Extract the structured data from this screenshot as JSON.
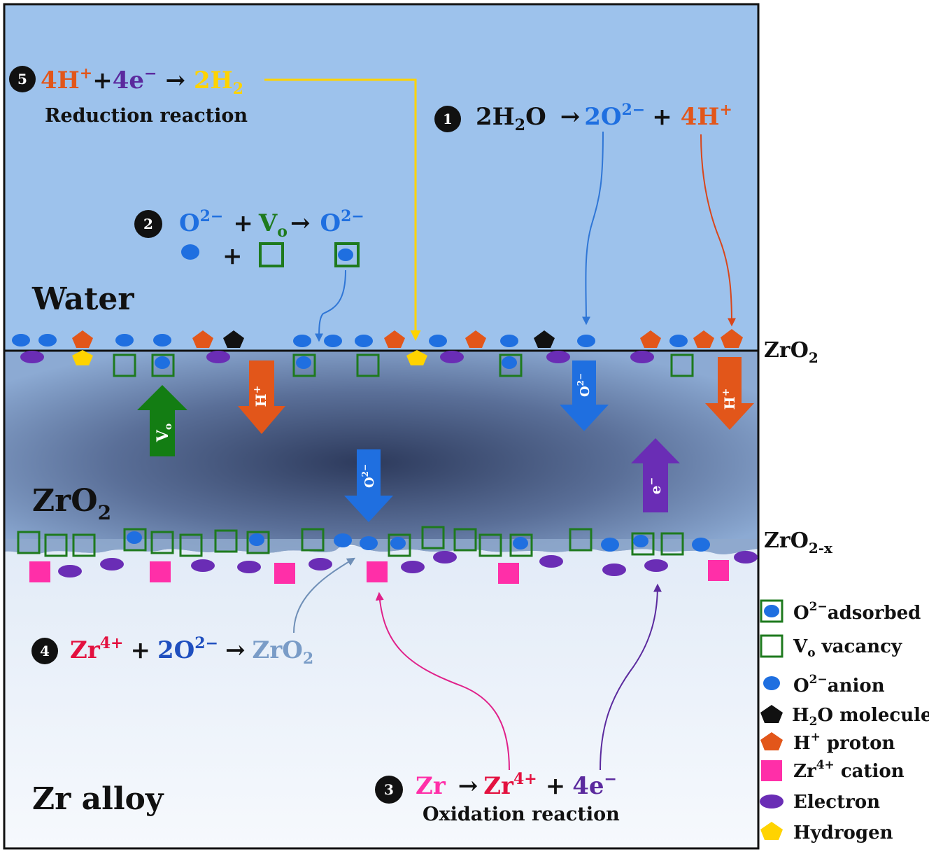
{
  "colors": {
    "water": "#9dc2ec",
    "oxide_light": "#7f9fc9",
    "oxide_dark": "#2d3a5c",
    "alloy": "#f2f6fc",
    "o_anion": "#1f6fe0",
    "h_proton": "#e2561a",
    "h2o": "#111111",
    "zr_cation": "#ff2fa8",
    "electron": "#6a2db5",
    "hydrogen": "#ffd300",
    "vacancy": "#1e7a1e",
    "yellow_line": "#ffd300"
  },
  "regions": {
    "water": "Water",
    "oxide": "ZrO",
    "oxide_sub": "2",
    "alloy": "Zr alloy"
  },
  "interfaces": {
    "top": "ZrO",
    "top_sub": "2",
    "bottom": "ZrO",
    "bottom_sub": "2-x"
  },
  "reactions": {
    "r1": {
      "number": "1",
      "lhs": "2H",
      "lhs_sub": "2",
      "lhs_tail": "O",
      "arrow": "→",
      "p1": "2O",
      "p1_sup": "2−",
      "plus": "+",
      "p2": "4H",
      "p2_sup": "+"
    },
    "r2": {
      "number": "2",
      "a": "O",
      "a_sup": "2−",
      "plus": "+",
      "b": "V",
      "b_sub": "o",
      "arrow": "→",
      "c": "O",
      "c_sup": "2−",
      "plus2": "+"
    },
    "r3": {
      "number": "3",
      "a": "Zr",
      "arrow": "→",
      "b": "Zr",
      "b_sup": "4+",
      "plus": "+",
      "c": "4e",
      "c_sup": "−",
      "label": "Oxidation reaction"
    },
    "r4": {
      "number": "4",
      "a": "Zr",
      "a_sup": "4+",
      "plus": "+",
      "b": "2O",
      "b_sup": "2−",
      "arrow": "→",
      "c": "ZrO",
      "c_sub": "2"
    },
    "r5": {
      "number": "5",
      "a": "4H",
      "a_sup": "+",
      "plus": "+",
      "b": "4e",
      "b_sup": "−",
      "arrow": "→",
      "c": "2H",
      "c_sub": "2",
      "label": "Reduction reaction"
    }
  },
  "flux_arrows": {
    "vo": "V",
    "vo_sub": "o",
    "h1": "H",
    "h1_sup": "+",
    "o1": "O",
    "o1_sup": "2−",
    "o2": "O",
    "o2_sup": "2−",
    "e": "e",
    "e_sup": "−",
    "h2": "H",
    "h2_sup": "+"
  },
  "legend": [
    {
      "icon": "o-adsorbed-icon",
      "text": "O",
      "sup": "2−",
      "tail": "adsorbed"
    },
    {
      "icon": "vacancy-icon",
      "text": "V",
      "sub": "o",
      "tail": " vacancy"
    },
    {
      "icon": "o-anion-icon",
      "text": "O",
      "sup": "2−",
      "tail": "anion"
    },
    {
      "icon": "h2o-molecule-icon",
      "text": "H",
      "sub": "2",
      "tail": "O molecule"
    },
    {
      "icon": "h-proton-icon",
      "text": "H",
      "sup": "+",
      "tail": " proton"
    },
    {
      "icon": "zr-cation-icon",
      "text": "Zr",
      "sup": "4+",
      "tail": " cation"
    },
    {
      "icon": "electron-icon",
      "text": "Electron",
      "tail": ""
    },
    {
      "icon": "hydrogen-icon",
      "text": "Hydrogen",
      "tail": ""
    }
  ]
}
